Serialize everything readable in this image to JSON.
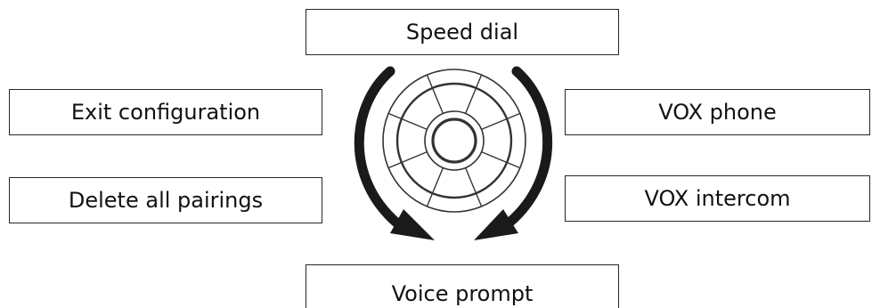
{
  "menu_items": {
    "top": "Speed dial",
    "left_upper": "Exit configuration",
    "left_lower": "Delete all pairings",
    "right_upper": "VOX phone",
    "right_lower": "VOX intercom",
    "bottom": "Voice prompt"
  },
  "icons": {
    "dial": "jog-dial-icon",
    "left_arrow": "counterclockwise-arrow-icon",
    "right_arrow": "clockwise-arrow-icon"
  },
  "colors": {
    "arrow": "#1a1a1a",
    "box_border": "#262626",
    "dial_stroke": "#333333"
  }
}
